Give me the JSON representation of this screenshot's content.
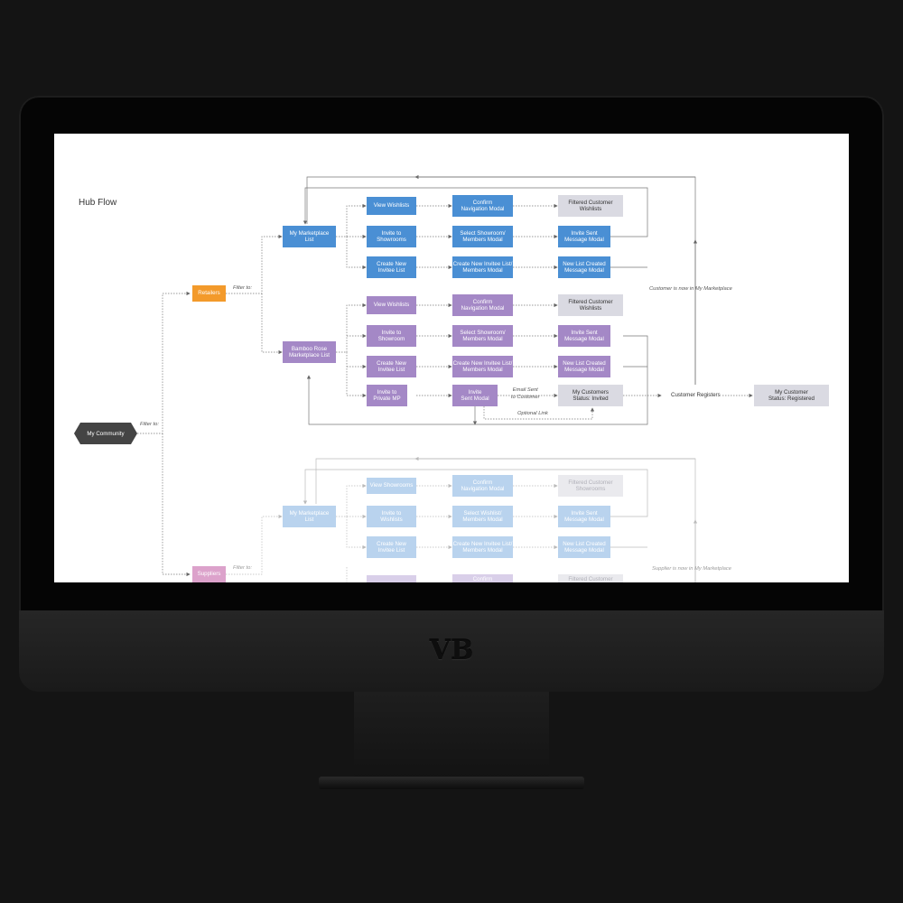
{
  "brand": {
    "logo_text": "VB"
  },
  "diagram": {
    "title": "Hub Flow",
    "start": "My Community",
    "filter_label": "Filter to:",
    "retailers": "Retailers",
    "suppliers": "Suppliers",
    "my_marketplace_list": "My Marketplace\nList",
    "bamboo_list": "Bamboo Rose\nMarketplace List",
    "mp": {
      "view_wishlists": "View Wishlists",
      "confirm_nav": "Confirm\nNavigation Modal",
      "filtered_wishlists": "Filtered Customer\nWishlists",
      "invite_showrooms": "Invite to\nShowrooms",
      "select_showroom": "Select Showroom/\nMembers Modal",
      "invite_sent": "Invite Sent\nMessage Modal",
      "create_invitee": "Create New\nInvitee List",
      "create_invitee_modal": "Create New Invitee List/\nMembers Modal",
      "new_list_created": "New List Created\nMessage Modal"
    },
    "br": {
      "view_wishlists": "View Wishlists",
      "confirm_nav": "Confirm\nNavigation Modal",
      "filtered_wishlists": "Filtered Customer\nWishlists",
      "invite_showroom": "Invite to\nShowroom",
      "select_showroom": "Select Showroom/\nMembers Modal",
      "invite_sent": "Invite Sent\nMessage Modal",
      "create_invitee": "Create New\nInvitee List",
      "create_invitee_modal": "Create New Invitee List/\nMembers Modal",
      "new_list_created": "New List Created\nMessage Modal",
      "invite_private": "Invite to\nPrivate MP",
      "invite_sent_modal": "Invite\nSent Modal",
      "my_customers": "My Customers\nStatus: Invited"
    },
    "email_sent": "Email Sent\nto Customer",
    "optional_link": "Optional Link",
    "customer_registers": "Customer Registers",
    "my_customer_registered": "My Customer\nStatus: Registered",
    "customer_note": "Customer is now in My Marketplace",
    "sup": {
      "my_marketplace_list": "My Marketplace\nList",
      "view_showrooms": "View Showrooms",
      "confirm_nav": "Confirm\nNavigation Modal",
      "filtered_showrooms": "Filtered Customer\nShowrooms",
      "invite_wishlists": "Invite to\nWishlists",
      "select_wishlist": "Select Wishlist/\nMembers Modal",
      "invite_sent": "Invite Sent\nMessage Modal",
      "create_invitee": "Create New\nInvitee List",
      "create_invitee_modal": "Create New Invitee List/\nMembers Modal",
      "new_list_created": "New List Created\nMessage Modal",
      "confirm_partial": "Confirm",
      "filtered_partial": "Filtered Customer"
    },
    "supplier_note": "Supplier is now in My Marketplace"
  }
}
